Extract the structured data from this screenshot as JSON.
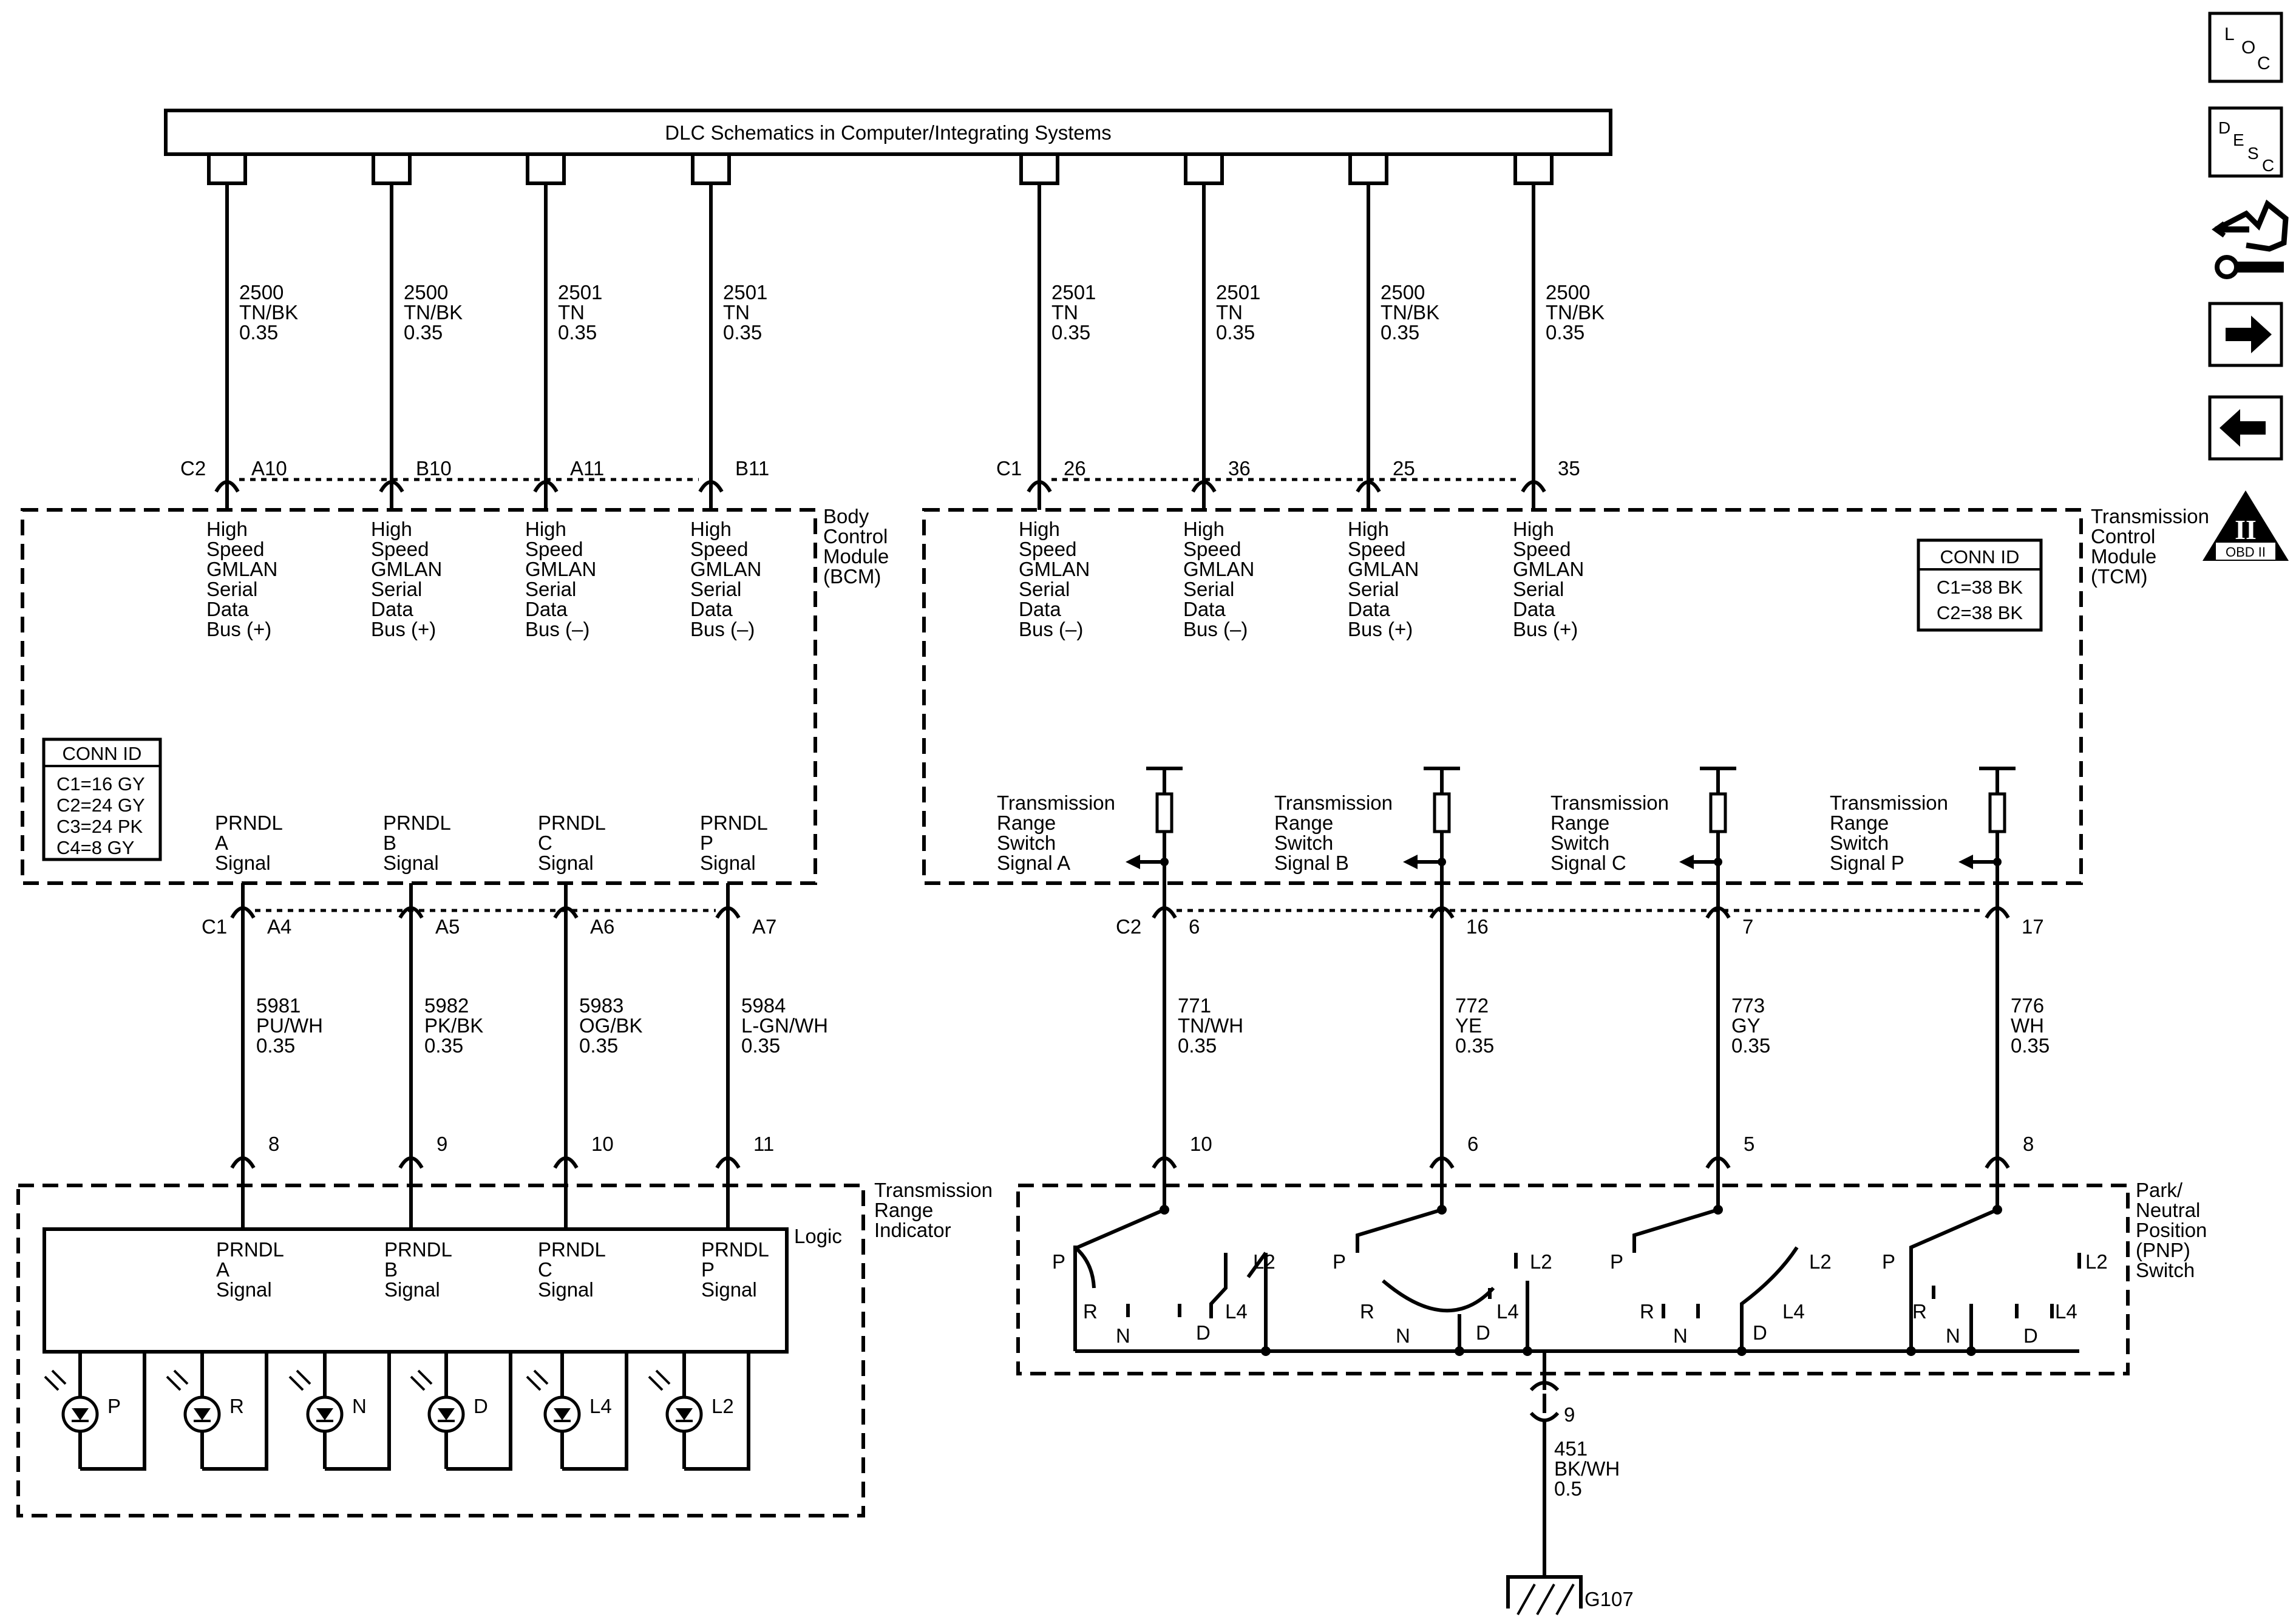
{
  "dlc": {
    "title": "DLC Schematics in Computer/Integrating Systems"
  },
  "bcm": {
    "name_lines": [
      "Body",
      "Control",
      "Module",
      "(BCM)"
    ],
    "connector_top": "C2",
    "connector_bottom": "C1",
    "conn_id_title": "CONN ID",
    "conn_id_lines": [
      "C1=16 GY",
      "C2=24 GY",
      "C3=24 PK",
      "C4=8 GY"
    ],
    "top_pins": [
      {
        "pin": "A10",
        "circuit": "2500",
        "color": "TN/BK",
        "gauge": "0.35",
        "signal": [
          "High",
          "Speed",
          "GMLAN",
          "Serial",
          "Data",
          "Bus (+)"
        ]
      },
      {
        "pin": "B10",
        "circuit": "2500",
        "color": "TN/BK",
        "gauge": "0.35",
        "signal": [
          "High",
          "Speed",
          "GMLAN",
          "Serial",
          "Data",
          "Bus (+)"
        ]
      },
      {
        "pin": "A11",
        "circuit": "2501",
        "color": "TN",
        "gauge": "0.35",
        "signal": [
          "High",
          "Speed",
          "GMLAN",
          "Serial",
          "Data",
          "Bus (–)"
        ]
      },
      {
        "pin": "B11",
        "circuit": "2501",
        "color": "TN",
        "gauge": "0.35",
        "signal": [
          "High",
          "Speed",
          "GMLAN",
          "Serial",
          "Data",
          "Bus (–)"
        ]
      }
    ],
    "bottom_pins": [
      {
        "pin": "A4",
        "signal": [
          "PRNDL",
          "A",
          "Signal"
        ],
        "circuit": "5981",
        "color": "PU/WH",
        "gauge": "0.35",
        "tri_pin": "8"
      },
      {
        "pin": "A5",
        "signal": [
          "PRNDL",
          "B",
          "Signal"
        ],
        "circuit": "5982",
        "color": "PK/BK",
        "gauge": "0.35",
        "tri_pin": "9"
      },
      {
        "pin": "A6",
        "signal": [
          "PRNDL",
          "C",
          "Signal"
        ],
        "circuit": "5983",
        "color": "OG/BK",
        "gauge": "0.35",
        "tri_pin": "10"
      },
      {
        "pin": "A7",
        "signal": [
          "PRNDL",
          "P",
          "Signal"
        ],
        "circuit": "5984",
        "color": "L-GN/WH",
        "gauge": "0.35",
        "tri_pin": "11"
      }
    ]
  },
  "tcm": {
    "name_lines": [
      "Transmission",
      "Control",
      "Module",
      "(TCM)"
    ],
    "connector_top": "C1",
    "connector_bottom": "C2",
    "conn_id_title": "CONN ID",
    "conn_id_lines": [
      "C1=38 BK",
      "C2=38 BK"
    ],
    "top_pins": [
      {
        "pin": "26",
        "circuit": "2501",
        "color": "TN",
        "gauge": "0.35",
        "signal": [
          "High",
          "Speed",
          "GMLAN",
          "Serial",
          "Data",
          "Bus (–)"
        ]
      },
      {
        "pin": "36",
        "circuit": "2501",
        "color": "TN",
        "gauge": "0.35",
        "signal": [
          "High",
          "Speed",
          "GMLAN",
          "Serial",
          "Data",
          "Bus (–)"
        ]
      },
      {
        "pin": "25",
        "circuit": "2500",
        "color": "TN/BK",
        "gauge": "0.35",
        "signal": [
          "High",
          "Speed",
          "GMLAN",
          "Serial",
          "Data",
          "Bus (+)"
        ]
      },
      {
        "pin": "35",
        "circuit": "2500",
        "color": "TN/BK",
        "gauge": "0.35",
        "signal": [
          "High",
          "Speed",
          "GMLAN",
          "Serial",
          "Data",
          "Bus (+)"
        ]
      }
    ],
    "bottom_pins": [
      {
        "pin": "6",
        "signal": [
          "Transmission",
          "Range",
          "Switch",
          "Signal A"
        ],
        "circuit": "771",
        "color": "TN/WH",
        "gauge": "0.35",
        "pnp_pin": "10"
      },
      {
        "pin": "16",
        "signal": [
          "Transmission",
          "Range",
          "Switch",
          "Signal B"
        ],
        "circuit": "772",
        "color": "YE",
        "gauge": "0.35",
        "pnp_pin": "6"
      },
      {
        "pin": "7",
        "signal": [
          "Transmission",
          "Range",
          "Switch",
          "Signal C"
        ],
        "circuit": "773",
        "color": "GY",
        "gauge": "0.35",
        "pnp_pin": "5"
      },
      {
        "pin": "17",
        "signal": [
          "Transmission",
          "Range",
          "Switch",
          "Signal P"
        ],
        "circuit": "776",
        "color": "WH",
        "gauge": "0.35",
        "pnp_pin": "8"
      }
    ]
  },
  "tri": {
    "name_lines": [
      "Transmission",
      "Range",
      "Indicator"
    ],
    "logic_label": "Logic",
    "inputs": [
      [
        "PRNDL",
        "A",
        "Signal"
      ],
      [
        "PRNDL",
        "B",
        "Signal"
      ],
      [
        "PRNDL",
        "C",
        "Signal"
      ],
      [
        "PRNDL",
        "P",
        "Signal"
      ]
    ],
    "leds": [
      "P",
      "R",
      "N",
      "D",
      "L4",
      "L2"
    ]
  },
  "pnp": {
    "name_lines": [
      "Park/",
      "Neutral",
      "Position",
      "(PNP)",
      "Switch"
    ],
    "positions": [
      "P",
      "R",
      "N",
      "D",
      "L4",
      "L2"
    ],
    "ground_pin": "9",
    "ground_circuit": "451",
    "ground_color": "BK/WH",
    "ground_gauge": "0.5",
    "ground_id": "G107"
  },
  "nav": {
    "loc": [
      "L",
      "O",
      "C"
    ],
    "desc": [
      "D",
      "E",
      "S",
      "C"
    ],
    "obd": [
      "II",
      "OBD II"
    ],
    "icons": [
      "connector-end-view-icon",
      "next-page-arrow-icon",
      "previous-page-arrow-icon"
    ]
  }
}
